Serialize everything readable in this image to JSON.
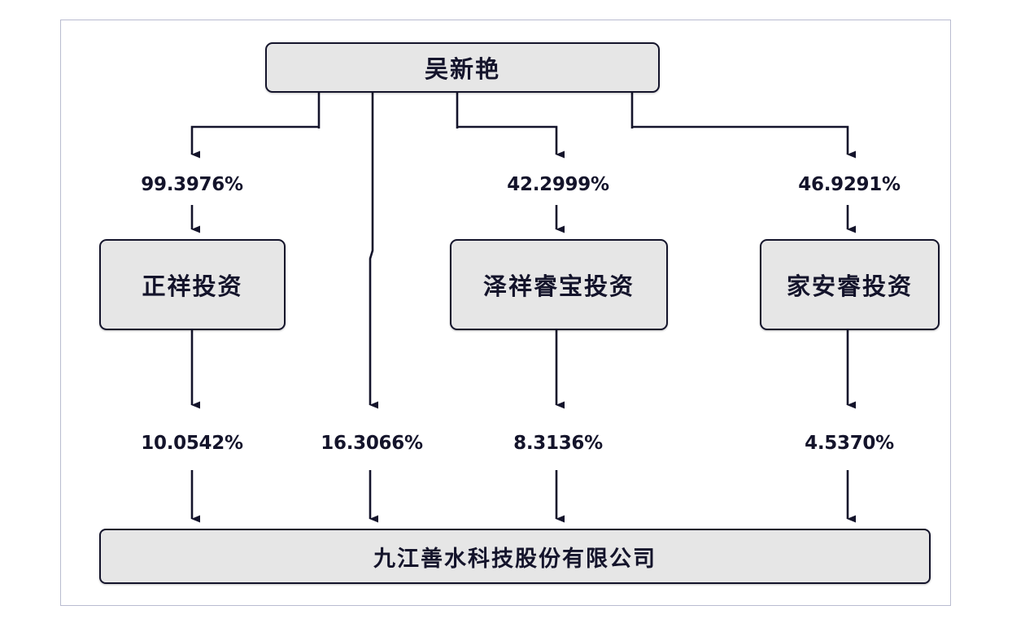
{
  "diagram": {
    "type": "ownership-structure-chart",
    "title_box": {
      "id": "owner",
      "label": "吴新艳"
    },
    "intermediate_entities": [
      {
        "id": "sub-0",
        "label": "正祥投资"
      },
      {
        "id": "sub-1",
        "label": "泽祥睿宝投资"
      },
      {
        "id": "sub-2",
        "label": "家安睿投资"
      }
    ],
    "company_box": {
      "id": "company",
      "label": "九江善水科技股份有限公司"
    },
    "upper_percentages": [
      {
        "id": "pct-upper-0",
        "value": "99.3976%",
        "from": "吴新艳",
        "to": "正祥投资"
      },
      {
        "id": "pct-upper-1",
        "value": "42.2999%",
        "from": "吴新艳",
        "to": "泽祥睿宝投资"
      },
      {
        "id": "pct-upper-2",
        "value": "46.9291%",
        "from": "吴新艳",
        "to": "家安睿投资"
      }
    ],
    "lower_percentages": [
      {
        "id": "pct-lower-0",
        "value": "10.0542%",
        "from": "正祥投资",
        "to": "九江善水科技股份有限公司"
      },
      {
        "id": "pct-lower-1",
        "value": "16.3066%",
        "from": "吴新艳",
        "to": "九江善水科技股份有限公司"
      },
      {
        "id": "pct-lower-2",
        "value": "8.3136%",
        "from": "泽祥睿宝投资",
        "to": "九江善水科技股份有限公司"
      },
      {
        "id": "pct-lower-3",
        "value": "4.5370%",
        "from": "家安睿投资",
        "to": "九江善水科技股份有限公司"
      }
    ],
    "colors": {
      "box_fill": "#e6e6e6",
      "box_border": "#14142b",
      "connector": "#14142b",
      "frame_border": "#b9bcd0",
      "text": "#14142b",
      "background": "#ffffff"
    }
  }
}
